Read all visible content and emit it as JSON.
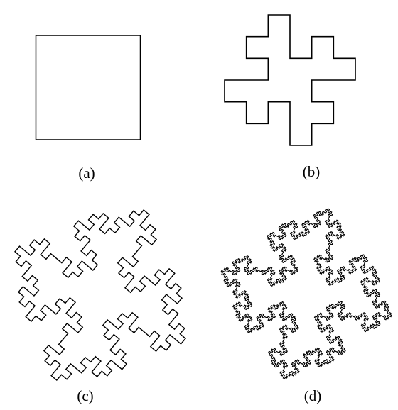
{
  "figure": {
    "stroke_color": "#000000",
    "background_color": "#ffffff",
    "panels": [
      {
        "label": "(a)",
        "iterations": 0
      },
      {
        "label": "(b)",
        "iterations": 1
      },
      {
        "label": "(c)",
        "iterations": 2
      },
      {
        "label": "(d)",
        "iterations": 3
      }
    ]
  }
}
